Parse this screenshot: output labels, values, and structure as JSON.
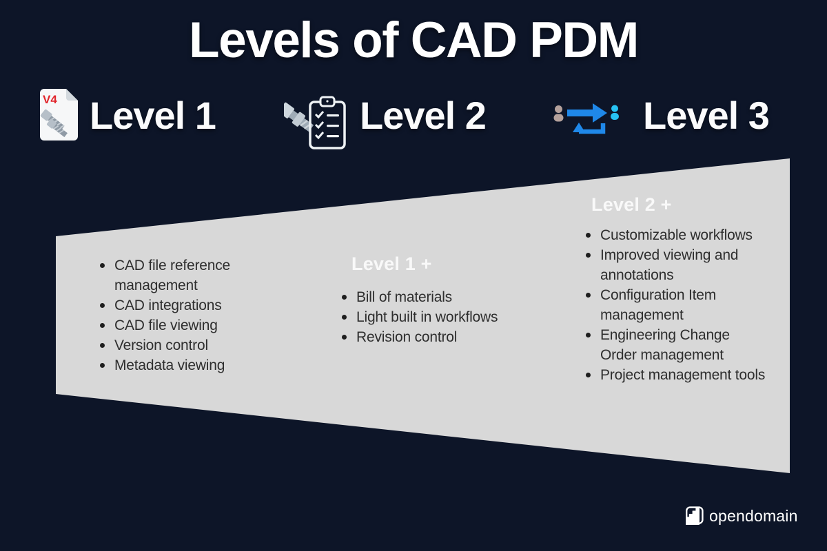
{
  "title": "Levels of CAD PDM",
  "colors": {
    "background_navy": "#0d1528",
    "wedge_gray": "#d8d8d8",
    "arrow_blue": "#1f88e9",
    "person_cyan": "#27c2f3",
    "person_taupe": "#b4a19c",
    "v4_red": "#e1252b",
    "text_dark": "#2e2e2e",
    "text_white": "#ffffff"
  },
  "levels": [
    {
      "label": "Level 1",
      "icon": "cad-file-v4-icon"
    },
    {
      "label": "Level 2",
      "icon": "bolt-checklist-icon"
    },
    {
      "label": "Level 3",
      "icon": "collaboration-exchange-icon"
    }
  ],
  "wedge": {
    "columns": [
      {
        "heading": "",
        "items": [
          "CAD file reference\nmanagement",
          "CAD integrations",
          "CAD file viewing",
          "Version control",
          "Metadata viewing"
        ]
      },
      {
        "heading": "Level 1 +",
        "items": [
          "Bill of materials",
          "Light built in workflows",
          "Revision control"
        ]
      },
      {
        "heading": "Level 2 +",
        "items": [
          "Customizable workflows",
          "Improved viewing and\nannotations",
          "Configuration Item\nmanagement",
          "Engineering Change\nOrder management",
          "Project management tools"
        ]
      }
    ]
  },
  "footer": {
    "brand": "opendomain",
    "icon": "opendomain-stairs-icon"
  }
}
